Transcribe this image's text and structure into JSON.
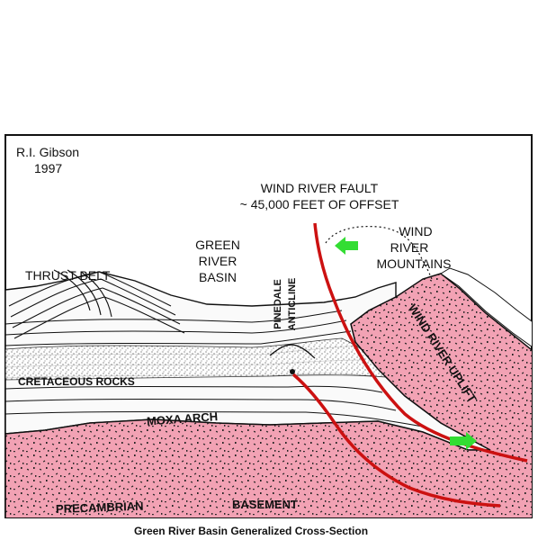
{
  "credit": {
    "author": "R.I. Gibson",
    "year": "1997"
  },
  "labels": {
    "fault_line1": "WIND RIVER FAULT",
    "fault_line2": "~ 45,000 FEET OF OFFSET",
    "mountains_line1": "WIND",
    "mountains_line2": "RIVER",
    "mountains_line3": "MOUNTAINS",
    "basin_line1": "GREEN",
    "basin_line2": "RIVER",
    "basin_line3": "BASIN",
    "thrust_belt": "THRUST BELT",
    "pinedale_line1": "PINEDALE",
    "pinedale_line2": "ANTICLINE",
    "cretaceous": "CRETACEOUS ROCKS",
    "moxa_arch": "MOXA ARCH",
    "uplift": "WIND RIVER UPLIFT",
    "precambrian": "PRECAMBRIAN",
    "basement": "BASEMENT"
  },
  "caption": "Green River Basin Generalized Cross-Section",
  "colors": {
    "basement_fill": "#f2a2b4",
    "fault_red": "#cc1111",
    "arrow_green": "#33dd33",
    "outline": "#111111"
  },
  "icons": [
    "green-arrow-left-icon",
    "green-arrow-right-icon"
  ]
}
